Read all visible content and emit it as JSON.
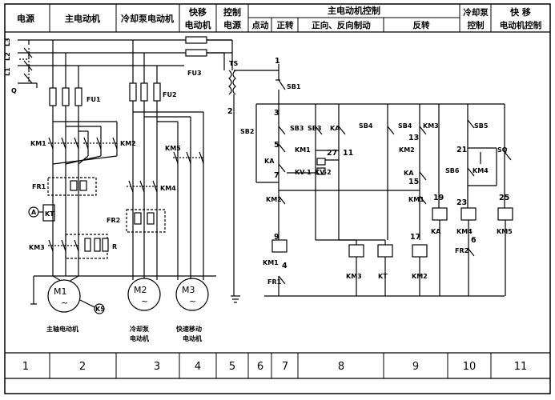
{
  "header": {
    "power": "电源",
    "main_motor": "主电动机",
    "coolant_motor": "冷却泵电动机",
    "rapid_motor_1": "快移",
    "rapid_motor_2": "电动机",
    "control_power_1": "控制",
    "control_power_2": "电源",
    "main_motor_control": "主电动机控制",
    "jog": "点动",
    "forward": "正转",
    "fwd_rev_brake": "正向、反向制动",
    "reverse": "反转",
    "coolant_control_1": "冷却泵",
    "coolant_control_2": "控制",
    "rapid_control_1": "快 移",
    "rapid_control_2": "电动机控制"
  },
  "footer": {
    "columns": [
      "1",
      "2",
      "3",
      "4",
      "5",
      "6",
      "7",
      "8",
      "9",
      "10",
      "11"
    ]
  },
  "power": {
    "phases": [
      "L3",
      "L2",
      "L1"
    ],
    "switch": "Q"
  },
  "main_circuit": {
    "fu1": "FU1",
    "fu2": "FU2",
    "fu3": "FU3",
    "km1": "KM1",
    "km2": "KM2",
    "km3": "KM3",
    "km4": "KM4",
    "km5": "KM5",
    "fr1": "FR1",
    "fr2": "FR2",
    "kt": "KT",
    "ammeter": "A",
    "resistor": "R",
    "ts": "TS"
  },
  "motors": {
    "m1": "M1",
    "m2": "M2",
    "m3": "M3",
    "ks": "KS",
    "tilde": "~",
    "m1_caption": "主轴电动机",
    "m2_caption_1": "冷却泵",
    "m2_caption_2": "电动机",
    "m3_caption_1": "快速移动",
    "m3_caption_2": "电动机"
  },
  "control": {
    "n1": "1",
    "n2": "2",
    "n3": "3",
    "n5": "5",
    "n7": "7",
    "n9": "9",
    "n4": "4",
    "n11": "11",
    "n13": "13",
    "n15": "15",
    "n17": "17",
    "n19": "19",
    "n21": "21",
    "n23": "23",
    "n25": "25",
    "n6": "6",
    "n27": "27",
    "sb1": "SB1",
    "sb2": "SB2",
    "sb3a": "SB3",
    "sb3b": "SB3",
    "sb4a": "SB4",
    "sb4b": "SB4",
    "sb5": "SB5",
    "sb6": "SB6",
    "sq": "SQ",
    "ka1": "KA",
    "ka2": "KA",
    "ka3": "KA",
    "ka_coil": "KA",
    "km1a": "KM1",
    "km1b": "KM1",
    "km1_coil": "KM1",
    "km2a": "KM2",
    "km2b": "KM2",
    "km2_coil": "KM2",
    "km3a": "KM3",
    "km3_coil": "KM3",
    "km4a": "KM4",
    "km4_coil": "KM4",
    "km5_coil": "KM5",
    "kt_coil": "KT",
    "kv1": "KV-1",
    "kv2": "KV-2",
    "fr1": "FR1",
    "fr2": "FR2"
  }
}
